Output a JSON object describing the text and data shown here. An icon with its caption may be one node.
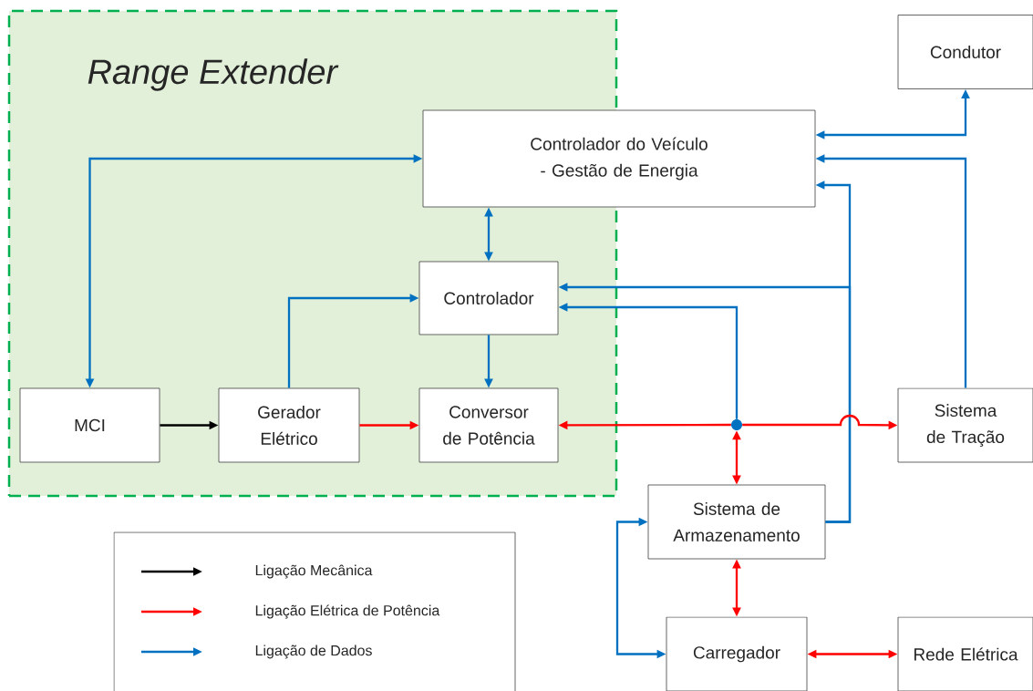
{
  "diagram": {
    "nodes": [
      {
        "text": [
          "Range Extender"
        ]
      },
      {
        "text": [
          "Condutor"
        ]
      },
      {
        "text": [
          "Controlador do Veículo - Gestão de Energia"
        ]
      },
      {
        "text": [
          "Controlador"
        ],
        "in": 0
      },
      {
        "text": [
          "MCI"
        ],
        "in": 0
      },
      {
        "text": [
          "Gerador Elétrico"
        ],
        "in": 0
      },
      {
        "text": [
          "Conversor de Potência"
        ],
        "in": 0
      },
      {
        "text": [
          "Sistema de Tração"
        ]
      },
      {
        "text": [
          "Sistema de Armazenamento"
        ]
      },
      {
        "text": [
          "Carregador"
        ]
      },
      {
        "text": [
          "Rede Elétrica"
        ]
      },
      {
        "text": [],
        "shape": "circle"
      }
    ],
    "edges": [
      {
        "from": 4,
        "to": 2,
        "arrow": "both"
      },
      {
        "from": 2,
        "to": 3,
        "arrow": "both"
      },
      {
        "from": 5,
        "to": 3,
        "arrow": "to"
      },
      {
        "from": 3,
        "to": 6,
        "arrow": "to"
      },
      {
        "from": 2,
        "to": 1,
        "arrow": "both"
      },
      {
        "from": 7,
        "to": 2,
        "arrow": "to"
      },
      {
        "from": 8,
        "to": 2,
        "arrow": "to"
      },
      {
        "from": 8,
        "to": 3,
        "arrow": "to"
      },
      {
        "from": 11,
        "to": 3,
        "arrow": "to"
      },
      {
        "from": 8,
        "to": 9,
        "arrow": "both"
      },
      {
        "from": 4,
        "to": 5,
        "arrow": "to",
        "color": "#000000"
      },
      {
        "from": 5,
        "to": 6,
        "arrow": "to",
        "color": "#ff0000"
      },
      {
        "from": 11,
        "to": 6,
        "arrow": "to",
        "color": "#ff0000"
      },
      {
        "from": 11,
        "to": 7,
        "arrow": "to",
        "color": "#ff0000"
      },
      {
        "from": 11,
        "to": 8,
        "arrow": "both",
        "color": "#ff0000"
      },
      {
        "from": 8,
        "to": 9,
        "arrow": "both",
        "color": "#ff0000"
      },
      {
        "from": 9,
        "to": 10,
        "arrow": "both",
        "color": "#ff0000"
      }
    ],
    "legend": [
      {
        "text": "Ligação Mecânica",
        "color": "#000000"
      },
      {
        "text": "Ligação Elétrica de Potência",
        "color": "#ff0000"
      },
      {
        "text": "Ligação de Dados",
        "color": "#0070c0"
      }
    ]
  }
}
